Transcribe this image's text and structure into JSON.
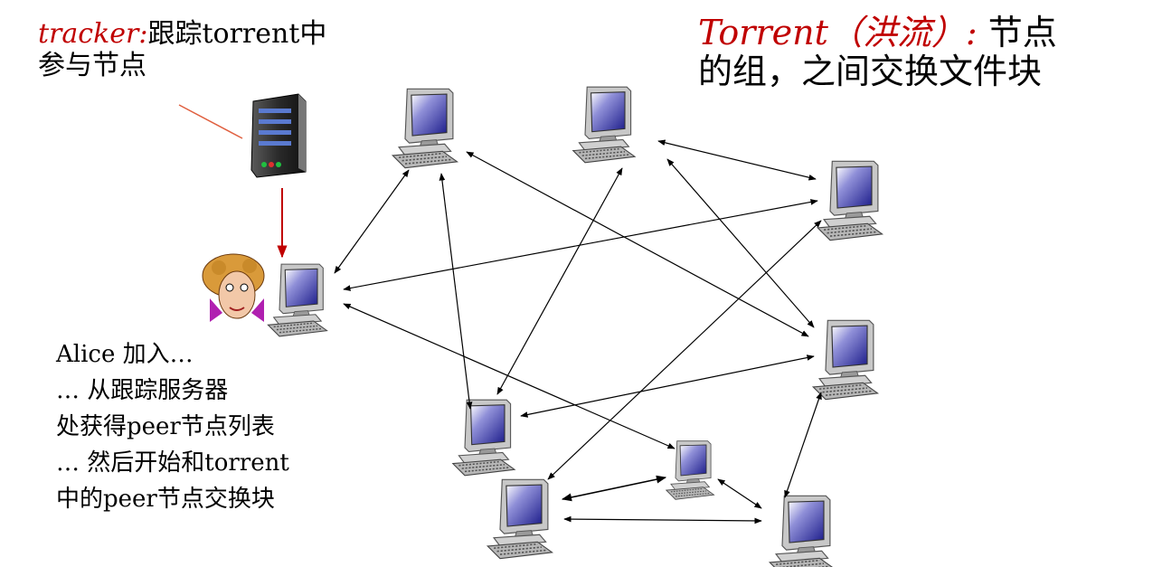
{
  "tracker": {
    "name": "tracker:",
    "desc_line1": "跟踪torrent中",
    "desc_line2": "参与节点"
  },
  "torrent": {
    "name": "Torrent（洪流）:",
    "desc_line1": " 节点",
    "desc_line2": "的组，之间交换文件块"
  },
  "alice": {
    "lines": [
      "Alice 加入…",
      "… 从跟踪服务器",
      "处获得peer节点列表",
      "… 然后开始和torrent",
      "中的peer节点交换块"
    ]
  },
  "colors": {
    "highlight": "#c00000",
    "arrow": "#000000",
    "tracker_arrow": "#c00000",
    "screen": "#2a2aa0"
  },
  "icons": [
    "server-icon",
    "alice-avatar-icon",
    "computer-icon"
  ]
}
